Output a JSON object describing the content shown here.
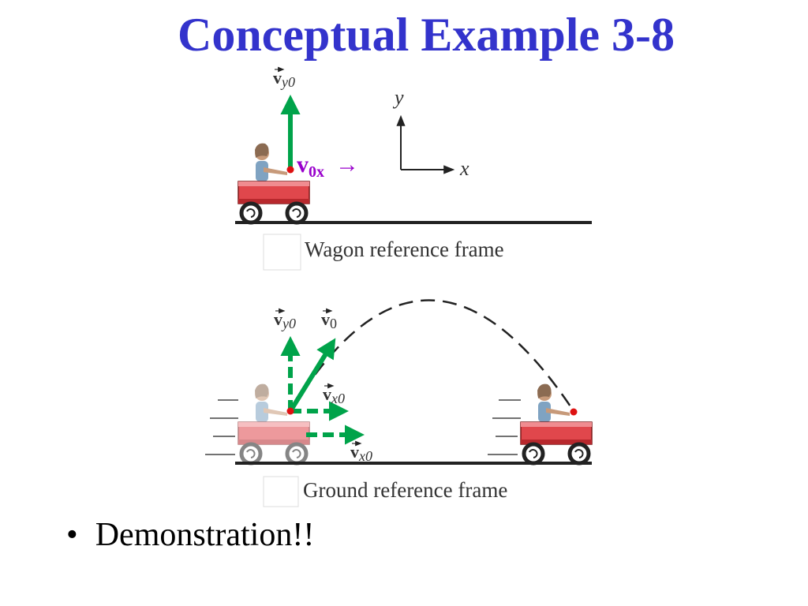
{
  "slide": {
    "title": "Conceptual Example 3-8",
    "bullet_glyph": "•",
    "bullet_text": "Demonstration!!"
  },
  "top_panel": {
    "vy0_symbol": "v",
    "vy0_sub": "y0",
    "v0x_symbol": "v",
    "v0x_sub": "0x",
    "v0x_arrow": "→",
    "axis_y": "y",
    "axis_x": "x",
    "frame_label": "Wagon reference frame"
  },
  "bottom_panel": {
    "vy0_symbol": "v",
    "vy0_sub": "y0",
    "v0_symbol": "v",
    "v0_sub": "0",
    "vx0_symbol": "v",
    "vx0_sub": "x0",
    "vx0_wagon_symbol": "v",
    "vx0_wagon_sub": "x0",
    "frame_label": "Ground reference frame"
  },
  "colors": {
    "title": "#3333cc",
    "vector_green": "#00a34a",
    "v0x_purple": "#9900cc",
    "wagon_red": "#e0474c",
    "ball_red": "#dd1111"
  }
}
